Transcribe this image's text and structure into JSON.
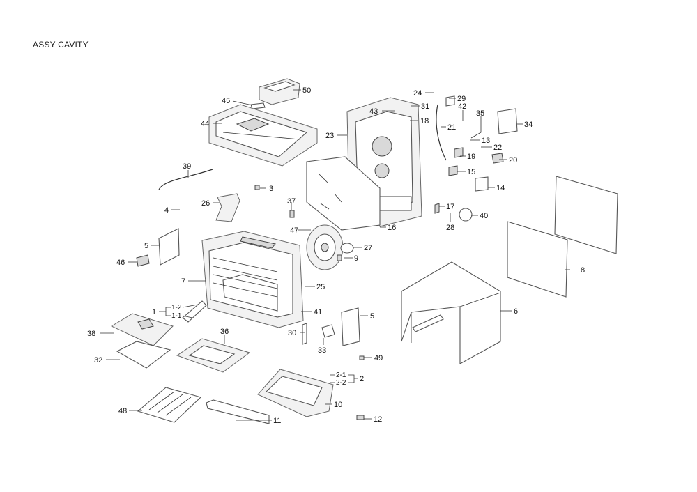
{
  "page": {
    "title": "ASSY CAVITY"
  },
  "callouts": {
    "c1": "1",
    "c1_1": "1-1",
    "c1_2": "1-2",
    "c2": "2",
    "c2_1": "2-1",
    "c2_2": "2-2",
    "c3": "3",
    "c4": "4",
    "c5a": "5",
    "c5b": "5",
    "c6": "6",
    "c7": "7",
    "c8": "8",
    "c9": "9",
    "c10": "10",
    "c11": "11",
    "c12": "12",
    "c13": "13",
    "c14": "14",
    "c15": "15",
    "c16": "16",
    "c17": "17",
    "c18": "18",
    "c19": "19",
    "c20": "20",
    "c21": "21",
    "c22": "22",
    "c23": "23",
    "c24": "24",
    "c25": "25",
    "c26": "26",
    "c27": "27",
    "c28": "28",
    "c29": "29",
    "c30": "30",
    "c31": "31",
    "c32": "32",
    "c33": "33",
    "c34": "34",
    "c35": "35",
    "c36": "36",
    "c37": "37",
    "c38": "38",
    "c39": "39",
    "c40": "40",
    "c41": "41",
    "c42": "42",
    "c43": "43",
    "c44": "44",
    "c45": "45",
    "c46": "46",
    "c47": "47",
    "c48": "48",
    "c49": "49",
    "c50": "50"
  }
}
